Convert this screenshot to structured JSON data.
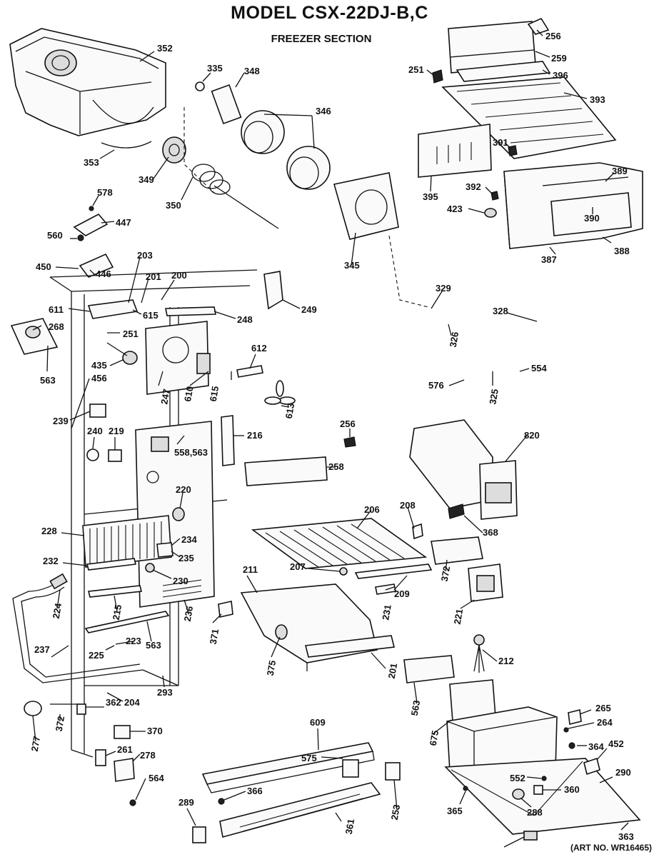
{
  "header": {
    "title": "MODEL CSX-22DJ-B,C",
    "subtitle": "FREEZER SECTION"
  },
  "footer": {
    "art_number": "(ART NO. WR16465)"
  },
  "parts": [
    "352",
    "353",
    "335",
    "348",
    "346",
    "349",
    "350",
    "345",
    "256",
    "259",
    "251",
    "396",
    "393",
    "391",
    "395",
    "389",
    "392",
    "423",
    "390",
    "388",
    "387",
    "578",
    "447",
    "560",
    "446",
    "450",
    "203",
    "201",
    "200",
    "249",
    "248",
    "611",
    "615",
    "268",
    "251",
    "563",
    "435",
    "456",
    "612",
    "610",
    "615",
    "247",
    "613",
    "239",
    "329",
    "328",
    "326",
    "554",
    "576",
    "325",
    "240",
    "219",
    "558,563",
    "216",
    "256",
    "258",
    "220",
    "820",
    "228",
    "234",
    "232",
    "235",
    "230",
    "206",
    "208",
    "368",
    "211",
    "207",
    "224",
    "372",
    "209",
    "231",
    "215",
    "236",
    "371",
    "221",
    "223",
    "563",
    "225",
    "237",
    "375",
    "212",
    "201",
    "204",
    "293",
    "362",
    "265",
    "372",
    "563",
    "264",
    "277",
    "609",
    "370",
    "675",
    "364",
    "452",
    "261",
    "278",
    "575",
    "552",
    "564",
    "366",
    "360",
    "290",
    "289",
    "253",
    "365",
    "288",
    "361",
    "363"
  ]
}
